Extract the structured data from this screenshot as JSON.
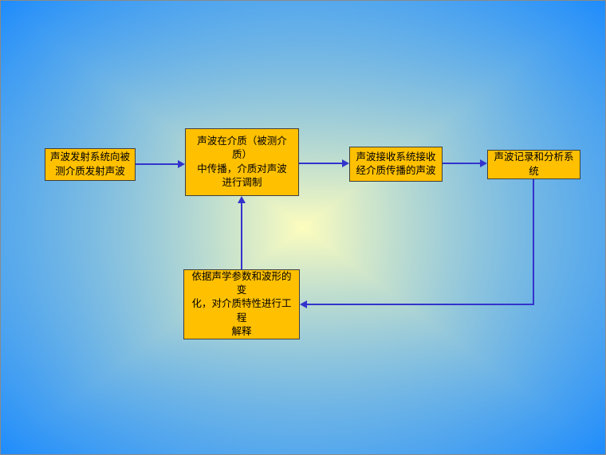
{
  "slide": {
    "background": {
      "edge_color": "#1e8cfc",
      "center_color": "#fdfdbe"
    },
    "colors": {
      "box_fill": "#ffc000",
      "box_border": "#3f3f3f",
      "arrow": "#3333cc",
      "text": "#000000"
    },
    "boxes": [
      {
        "id": "transmit",
        "label": "声波发射系统向被\n测介质发射声波"
      },
      {
        "id": "medium",
        "label": "声波在介质（被测介质）\n中传播，介质对声波\n进行调制"
      },
      {
        "id": "receive",
        "label": "声波接收系统接收\n经介质传播的声波"
      },
      {
        "id": "record",
        "label": "声波记录和分析系统"
      },
      {
        "id": "interpret",
        "label": "依据声学参数和波形的变\n化，对介质特性进行工程\n解释"
      }
    ],
    "flows": [
      {
        "from": "transmit",
        "to": "medium"
      },
      {
        "from": "medium",
        "to": "receive"
      },
      {
        "from": "receive",
        "to": "record"
      },
      {
        "from": "record",
        "to": "interpret"
      },
      {
        "from": "interpret",
        "to": "medium"
      }
    ]
  }
}
